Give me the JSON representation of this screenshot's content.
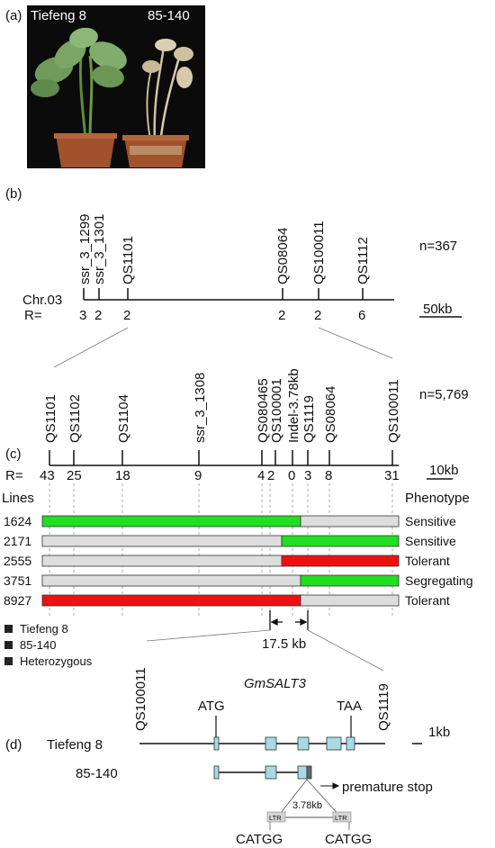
{
  "panel_a": {
    "label": "(a)",
    "left_caption": "Tiefeng 8",
    "right_caption": "85-140"
  },
  "panel_b": {
    "label": "(b)",
    "markers": [
      "ssr_3_1299",
      "ssr_3_1301",
      "QS1101",
      "QS08064",
      "QS100011",
      "QS1112"
    ],
    "n_label": "n=367",
    "chr_label": "Chr.03",
    "r_label": "R=",
    "r_values": [
      "3",
      "2",
      "2",
      "2",
      "2",
      "6"
    ],
    "scale": "50kb"
  },
  "panel_c": {
    "label": "(c)",
    "markers": [
      "QS1101",
      "QS1102",
      "QS1104",
      "ssr_3_1308",
      "QS080465",
      "QS100001",
      "Indel-3.78kb",
      "QS1119",
      "QS08064",
      "QS100011"
    ],
    "n_label": "n=5,769",
    "r_label": "R=",
    "r_values": [
      "43",
      "25",
      "18",
      "9",
      "4",
      "2",
      "0",
      "3",
      "8",
      "31"
    ],
    "scale": "10kb",
    "lines_header": "Lines",
    "phenotype_header": "Phenotype",
    "rows": [
      {
        "line": "1624",
        "phenotype": "Sensitive"
      },
      {
        "line": "2171",
        "phenotype": "Sensitive"
      },
      {
        "line": "2555",
        "phenotype": "Tolerant"
      },
      {
        "line": "3751",
        "phenotype": "Segregating"
      },
      {
        "line": "8927",
        "phenotype": "Tolerant"
      }
    ],
    "legend": [
      "Tiefeng 8",
      "85-140",
      "Heterozygous"
    ],
    "interval": "17.5 kb"
  },
  "panel_d": {
    "label": "(d)",
    "left_marker": "QS100011",
    "right_marker": "QS1119",
    "gene": "GmSALT3",
    "start_codon": "ATG",
    "stop_codon": "TAA",
    "scale": "1kb",
    "row1": "Tiefeng 8",
    "row2": "85-140",
    "premature": "premature stop",
    "insert_size": "3.78kb",
    "ltr": "LTR",
    "tsd_left": "CATGG",
    "tsd_right": "CATGG"
  },
  "colors": {
    "tiefeng": "#22dd22",
    "line_85_140": "#ee1111",
    "heterozygous": "#dddddd",
    "exon": "#a6dbe3"
  }
}
